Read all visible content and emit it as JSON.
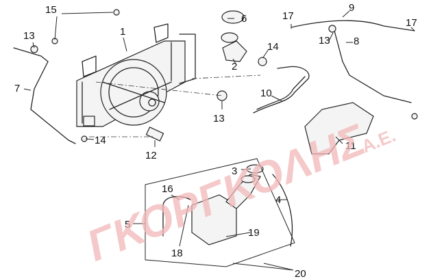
{
  "diagram": {
    "title": "Cooling system exploded parts view",
    "watermark": {
      "main": "ΓΚΟΡΓΚΟΛΗΣ",
      "suffix": "Α.Ε."
    },
    "callouts": [
      "15",
      "1",
      "13",
      "7",
      "14",
      "12",
      "6",
      "17",
      "9",
      "17",
      "13",
      "8",
      "14",
      "2",
      "10",
      "13",
      "11",
      "3",
      "16",
      "4",
      "5",
      "19",
      "18",
      "20"
    ]
  }
}
